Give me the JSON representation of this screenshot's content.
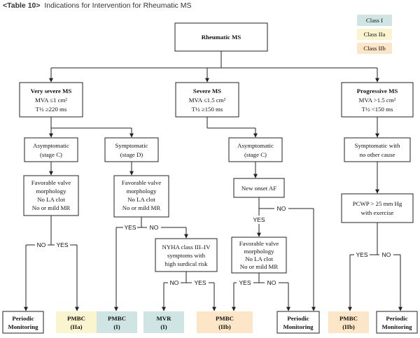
{
  "title": {
    "tag": "<Table 10>",
    "text": "Indications for Intervention for Rheumatic MS"
  },
  "legend": {
    "class1": "Class I",
    "class2a": "Class IIa",
    "class2b": "Class IIb"
  },
  "root": "Rheumatic MS",
  "categories": {
    "very_severe": [
      "Very severe MS",
      "MVA ≤1 cm²",
      "T½ ≥220 ms"
    ],
    "severe": [
      "Severe MS",
      "MVA ≤1.5 cm²",
      "T½ ≥150 ms"
    ],
    "progressive": [
      "Progressive MS",
      "MVA >1.5 cm²",
      "T½ <150 ms"
    ]
  },
  "nodes": {
    "asym_c_1": [
      "Asymptomatic",
      "(stage C)"
    ],
    "sym_d": [
      "Symptomatic",
      "(stage D)"
    ],
    "asym_c_2": [
      "Asymptomatic",
      "(stage C)"
    ],
    "sym_other": [
      "Symptomatic with",
      "no other cause"
    ],
    "favor_1": [
      "Favorable valve",
      "morphology",
      "No LA clot",
      "No or mild MR"
    ],
    "favor_2": [
      "Favorable valve",
      "morphology",
      "No LA clot",
      "No or mild MR"
    ],
    "new_af": [
      "New onset AF"
    ],
    "pcwp": [
      "PCWP > 25 mm Hg",
      "with exercise"
    ],
    "nyha": [
      "NYHA class III–IV",
      "symptoms with",
      "high surdical risk"
    ],
    "favor_3": [
      "Favorable valve",
      "morphology",
      "No LA clot",
      "No or mild MR"
    ]
  },
  "outcomes": {
    "o1": [
      "Periodic",
      "Monitoring"
    ],
    "o2": [
      "PMBC",
      "(IIa)"
    ],
    "o3": [
      "PMBC",
      "(I)"
    ],
    "o4": [
      "MVR",
      "(I)"
    ],
    "o5": [
      "PMBC",
      "(IIb)"
    ],
    "o6": [
      "Periodic",
      "Monitoring"
    ],
    "o7": [
      "PMBC",
      "(IIb)"
    ],
    "o8": [
      "Periodic",
      "Monitoring"
    ]
  },
  "labels": {
    "yes": "YES",
    "no": "NO"
  },
  "colors": {
    "class1": "#cfe5e4",
    "class2a": "#fbf5cf",
    "class2b": "#fde6c7"
  }
}
